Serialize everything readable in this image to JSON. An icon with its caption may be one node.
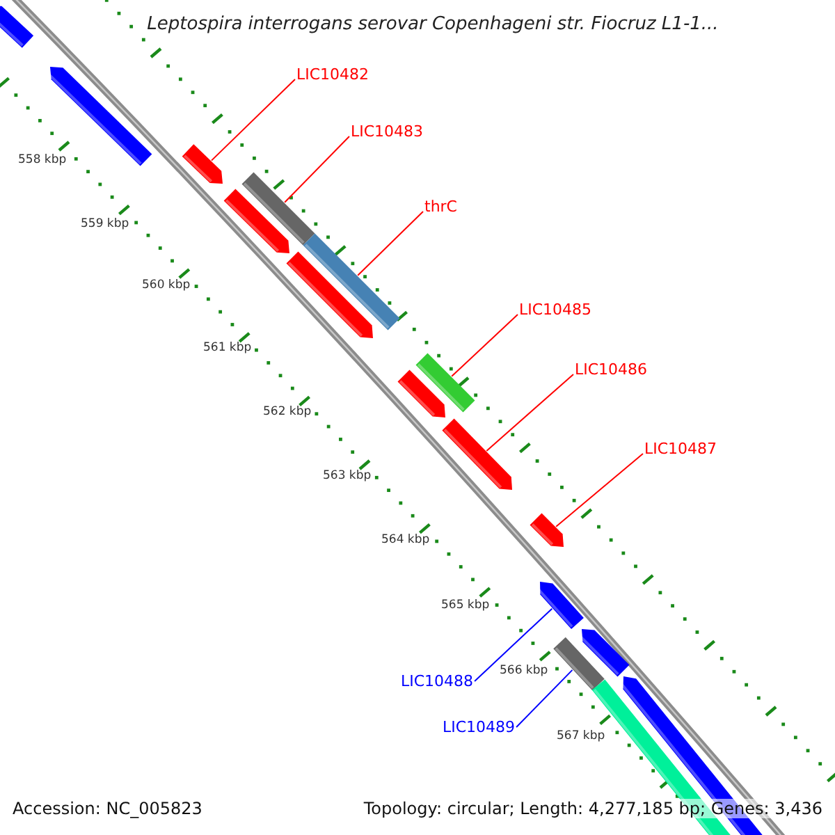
{
  "diagram": {
    "title": "Leptospira interrogans serovar Copenhageni str. Fiocruz L1-1...",
    "nodes": [
      {
        "text": [
          "LIC10482"
        ]
      },
      {
        "text": [
          "LIC10483"
        ]
      },
      {
        "text": [
          "thrC"
        ]
      },
      {
        "text": [
          "LIC10485"
        ]
      },
      {
        "text": [
          "LIC10486"
        ]
      },
      {
        "text": [
          "LIC10487"
        ]
      },
      {
        "text": [
          "LIC10488"
        ]
      },
      {
        "text": [
          "LIC10489"
        ]
      },
      {
        "text": [],
        "shape": "arrow"
      },
      {
        "text": [],
        "shape": "arrow"
      },
      {
        "text": [],
        "shape": "arrow"
      },
      {
        "text": [],
        "shape": "bar"
      },
      {
        "text": [],
        "shape": "arrow"
      },
      {
        "text": [],
        "shape": "bar"
      },
      {
        "text": [],
        "shape": "arrow"
      },
      {
        "text": [],
        "shape": "bar"
      },
      {
        "text": [],
        "shape": "arrow"
      },
      {
        "text": [],
        "shape": "arrow"
      },
      {
        "text": [],
        "shape": "arrow"
      },
      {
        "text": [],
        "shape": "arrow"
      },
      {
        "text": [],
        "shape": "arrow"
      },
      {
        "text": [],
        "shape": "bar"
      },
      {
        "text": [],
        "shape": "arrow"
      },
      {
        "text": [],
        "shape": "bar"
      }
    ],
    "edges": [
      {
        "from": 0,
        "to": 10,
        "arrow": "none"
      },
      {
        "from": 1,
        "to": 11,
        "arrow": "none"
      },
      {
        "from": 2,
        "to": 13,
        "arrow": "none"
      },
      {
        "from": 3,
        "to": 15,
        "arrow": "none"
      },
      {
        "from": 4,
        "to": 17,
        "arrow": "none"
      },
      {
        "from": 5,
        "to": 18,
        "arrow": "none"
      },
      {
        "from": 6,
        "to": 19,
        "arrow": "none",
        "color": "#0000ff"
      },
      {
        "from": 7,
        "to": 21,
        "arrow": "none",
        "color": "#0000ff"
      }
    ],
    "labels": [
      "558 kbp",
      "559 kbp",
      "560 kbp",
      "561 kbp",
      "562 kbp",
      "563 kbp",
      "564 kbp",
      "565 kbp",
      "566 kbp",
      "567 kbp",
      "Accession: NC_005823",
      "Topology: circular; Length: 4,277,185 bp; Genes: 3,436"
    ]
  }
}
